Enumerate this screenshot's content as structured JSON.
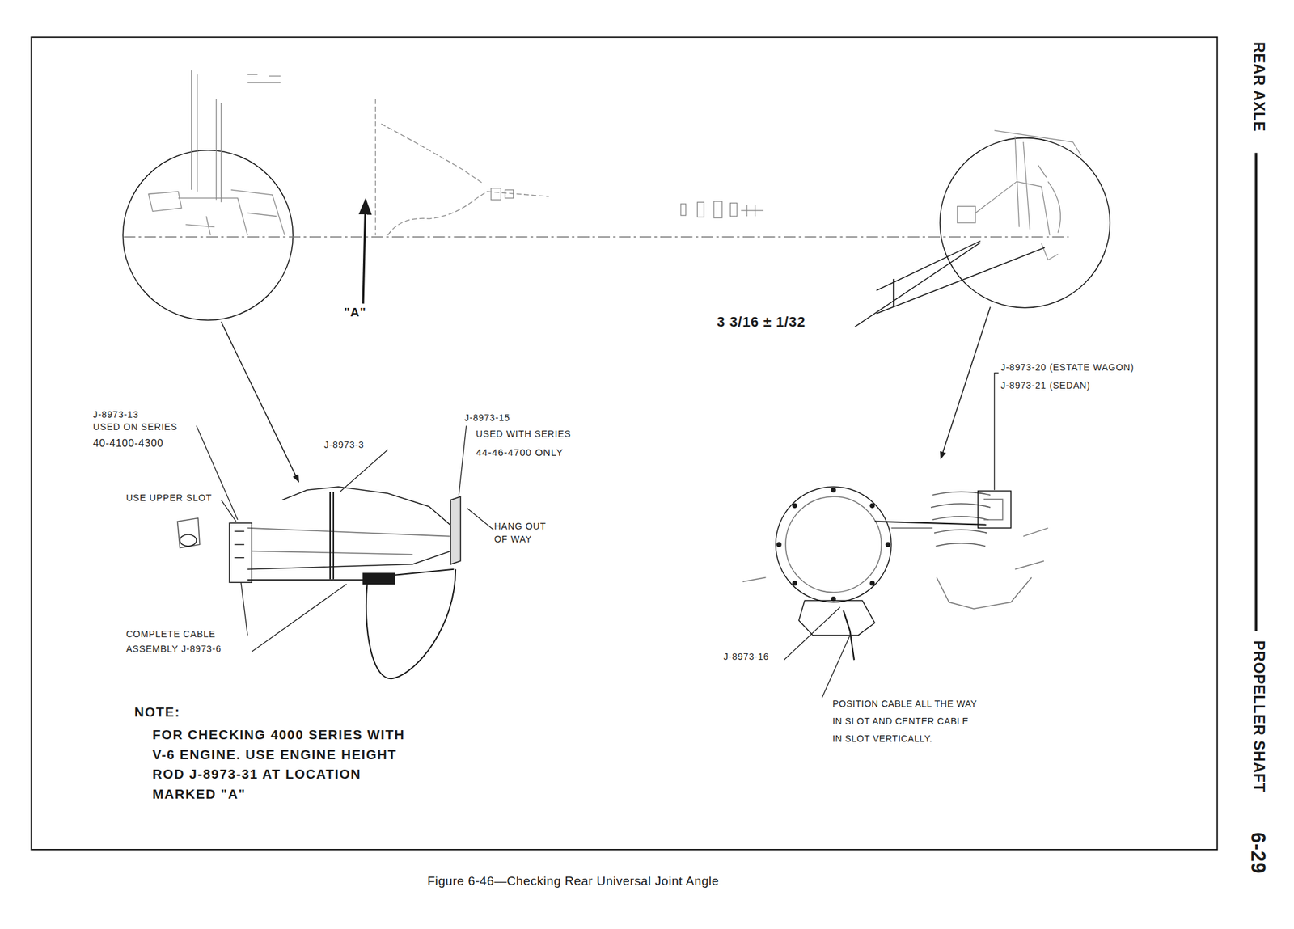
{
  "diagram": {
    "caption": "Figure 6-46—Checking Rear Universal Joint Angle",
    "labels": [
      "REAR AXLE",
      "PROPELLER SHAFT",
      "6-29",
      "\"A\"",
      "3 3/16 ± 1/32",
      "J-8973-20 (ESTATE WAGON)",
      "J-8973-21 (SEDAN)",
      "J-8973-13",
      "USED ON SERIES",
      "40-4100-4300",
      "J-8973-3",
      "J-8973-15",
      "USED WITH SERIES",
      "44-46-4700 ONLY",
      "USE UPPER SLOT",
      "HANG OUT OF WAY",
      "COMPLETE CABLE ASSEMBLY J-8973-6",
      "NOTE:",
      "FOR CHECKING 4000 SERIES WITH V-6 ENGINE. USE ENGINE HEIGHT ROD J-8973-31 AT LOCATION MARKED \"A\"",
      "J-8973-16",
      "POSITION CABLE ALL THE WAY IN SLOT AND CENTER CABLE IN SLOT VERTICALLY."
    ]
  }
}
